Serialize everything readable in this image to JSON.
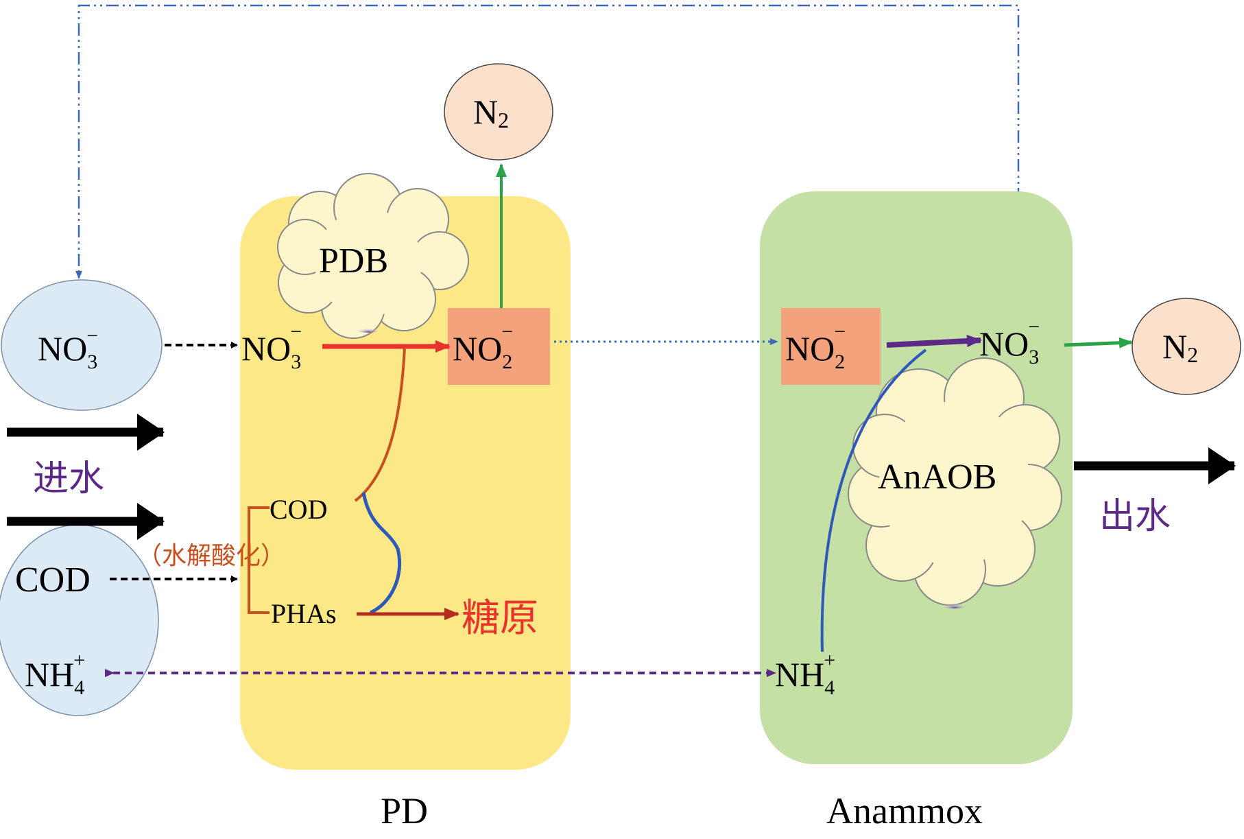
{
  "colors": {
    "pd_box": "#fde887",
    "anammox_box": "#c5e0a5",
    "influent_oval": "#dceaf6",
    "n2_oval": "#fbe0cc",
    "nitrite_box": "#f4a27c",
    "red_arrow": "#e8322c",
    "green_arrow": "#2aa348",
    "purple_arrow": "#5a2a86",
    "blue_curve": "#2f59b8",
    "orange_curve": "#c8501e",
    "dark_red": "#b42a1e",
    "recycle_line": "#3d68b5",
    "nh4_dash": "#5a2a86",
    "label_purple": "#5a2a86"
  },
  "influent": {
    "no3": {
      "base": "NO",
      "sub": "3",
      "sup": "−"
    },
    "cod": "COD",
    "nh4": {
      "base": "NH",
      "sub": "4",
      "sup": "+"
    },
    "inflow_label": "进水"
  },
  "pd": {
    "title": "PD",
    "organism": "PDB",
    "no3": {
      "base": "NO",
      "sub": "3",
      "sup": "−"
    },
    "no2": {
      "base": "NO",
      "sub": "2",
      "sup": "−"
    },
    "n2": {
      "base": "N",
      "sub": "2"
    },
    "cod": "COD",
    "phas": "PHAs",
    "glycogen": "糖原",
    "hydrolysis": "（水解酸化）"
  },
  "anammox": {
    "title": "Anammox",
    "organism": "AnAOB",
    "no2": {
      "base": "NO",
      "sub": "2",
      "sup": "−"
    },
    "no3": {
      "base": "NO",
      "sub": "3",
      "sup": "−"
    },
    "nh4": {
      "base": "NH",
      "sub": "4",
      "sup": "+"
    },
    "n2": {
      "base": "N",
      "sub": "2"
    },
    "outflow_label": "出水"
  }
}
